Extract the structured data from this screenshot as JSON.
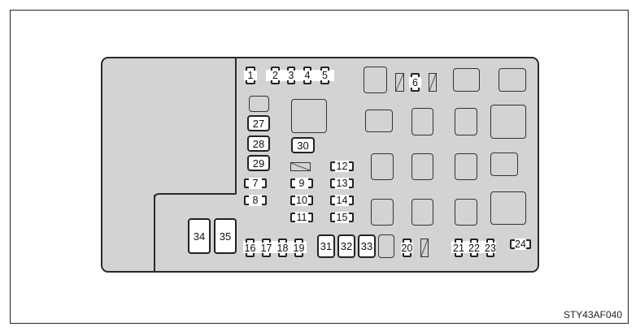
{
  "caption": "STY43AF040",
  "fuse_labels": {
    "f1": "1",
    "f2": "2",
    "f3": "3",
    "f4": "4",
    "f5": "5",
    "f6": "6",
    "f7": "7",
    "f8": "8",
    "f9": "9",
    "f10": "10",
    "f11": "11",
    "f12": "12",
    "f13": "13",
    "f14": "14",
    "f15": "15",
    "f16": "16",
    "f17": "17",
    "f18": "18",
    "f19": "19",
    "f20": "20",
    "f21": "21",
    "f22": "22",
    "f23": "23",
    "f24": "24",
    "f27": "27",
    "f28": "28",
    "f29": "29",
    "f30": "30",
    "f31": "31",
    "f32": "32",
    "f33": "33",
    "f34": "34",
    "f35": "35"
  }
}
